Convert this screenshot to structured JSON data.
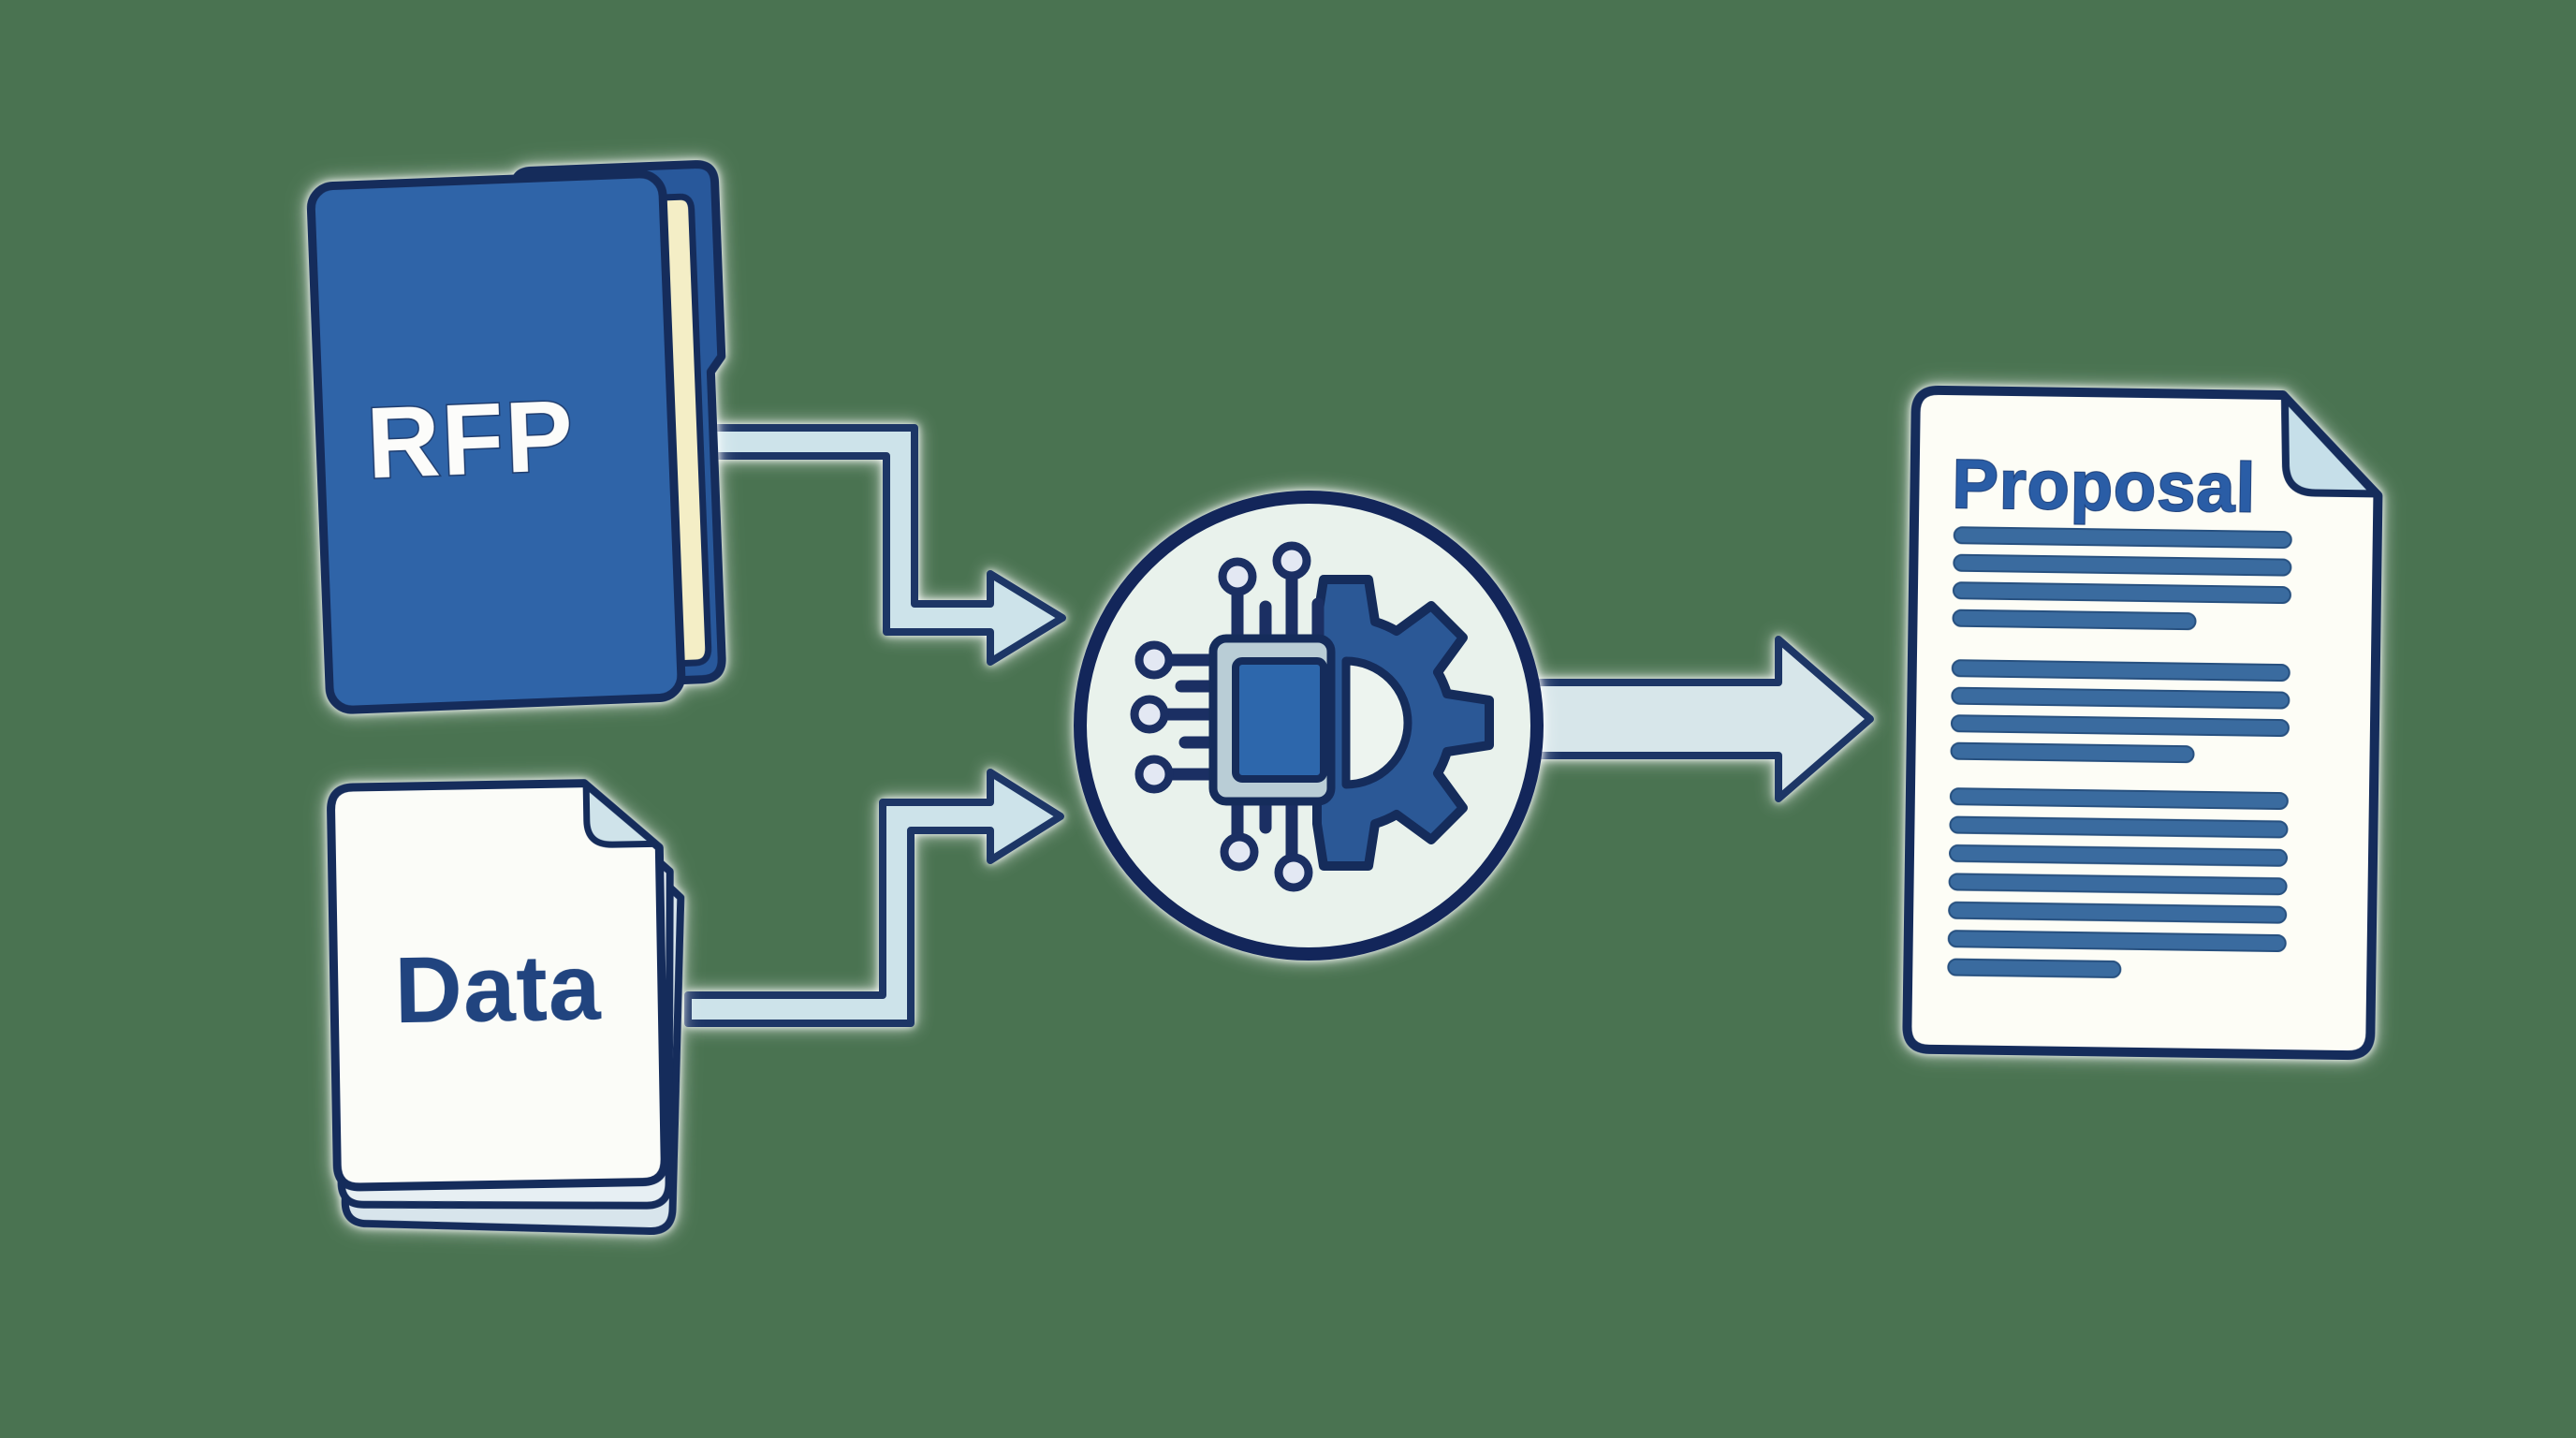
{
  "diagram": {
    "title": "RFP and Data to Proposal AI workflow",
    "background_color": "#4a7351",
    "colors": {
      "outline_navy": "#152c5b",
      "folder_blue": "#2f64a8",
      "folder_back_blue": "#28589b",
      "paper_cream": "#f4eec6",
      "arrow_fill": "#cde3ea",
      "output_arrow_fill": "#d7e6ea",
      "circle_fill": "#e9f2ec",
      "gear_blue": "#2b5896",
      "chip_frame": "#b9cdd6",
      "chip_core_blue": "#2d67ac",
      "page_white": "#fdfdf6",
      "fold_light_blue": "#c6dfe9",
      "text_line_blue": "#3a6b9f"
    },
    "inputs": [
      {
        "id": "rfp",
        "label": "RFP",
        "icon": "folder-icon"
      },
      {
        "id": "data",
        "label": "Data",
        "icon": "documents-stack-icon"
      }
    ],
    "processor": {
      "id": "ai",
      "icon": "ai-chip-gear-icon"
    },
    "output": {
      "id": "proposal",
      "label": "Proposal",
      "icon": "document-icon",
      "line_groups": [
        [
          1,
          1,
          1,
          0.72
        ],
        [
          1,
          1,
          1,
          0.72
        ],
        [
          1,
          1,
          1,
          1,
          1,
          1,
          0.51
        ]
      ]
    },
    "flows": [
      {
        "from": "rfp",
        "to": "ai"
      },
      {
        "from": "data",
        "to": "ai"
      },
      {
        "from": "ai",
        "to": "proposal"
      }
    ]
  }
}
